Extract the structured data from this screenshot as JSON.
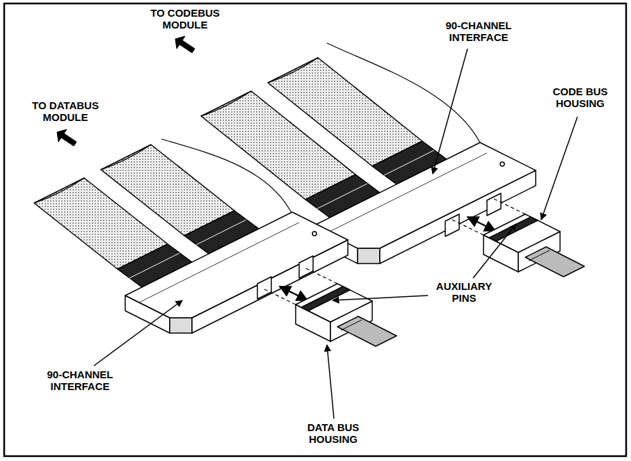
{
  "diagram": {
    "labels": [
      "TO CODEBUS MODULE",
      "90-CHANNEL INTERFACE",
      "TO DATABUS MODULE",
      "CODE BUS HOUSING",
      "AUXILIARY PINS",
      "90-CHANNEL INTERFACE",
      "DATA BUS HOUSING"
    ]
  }
}
